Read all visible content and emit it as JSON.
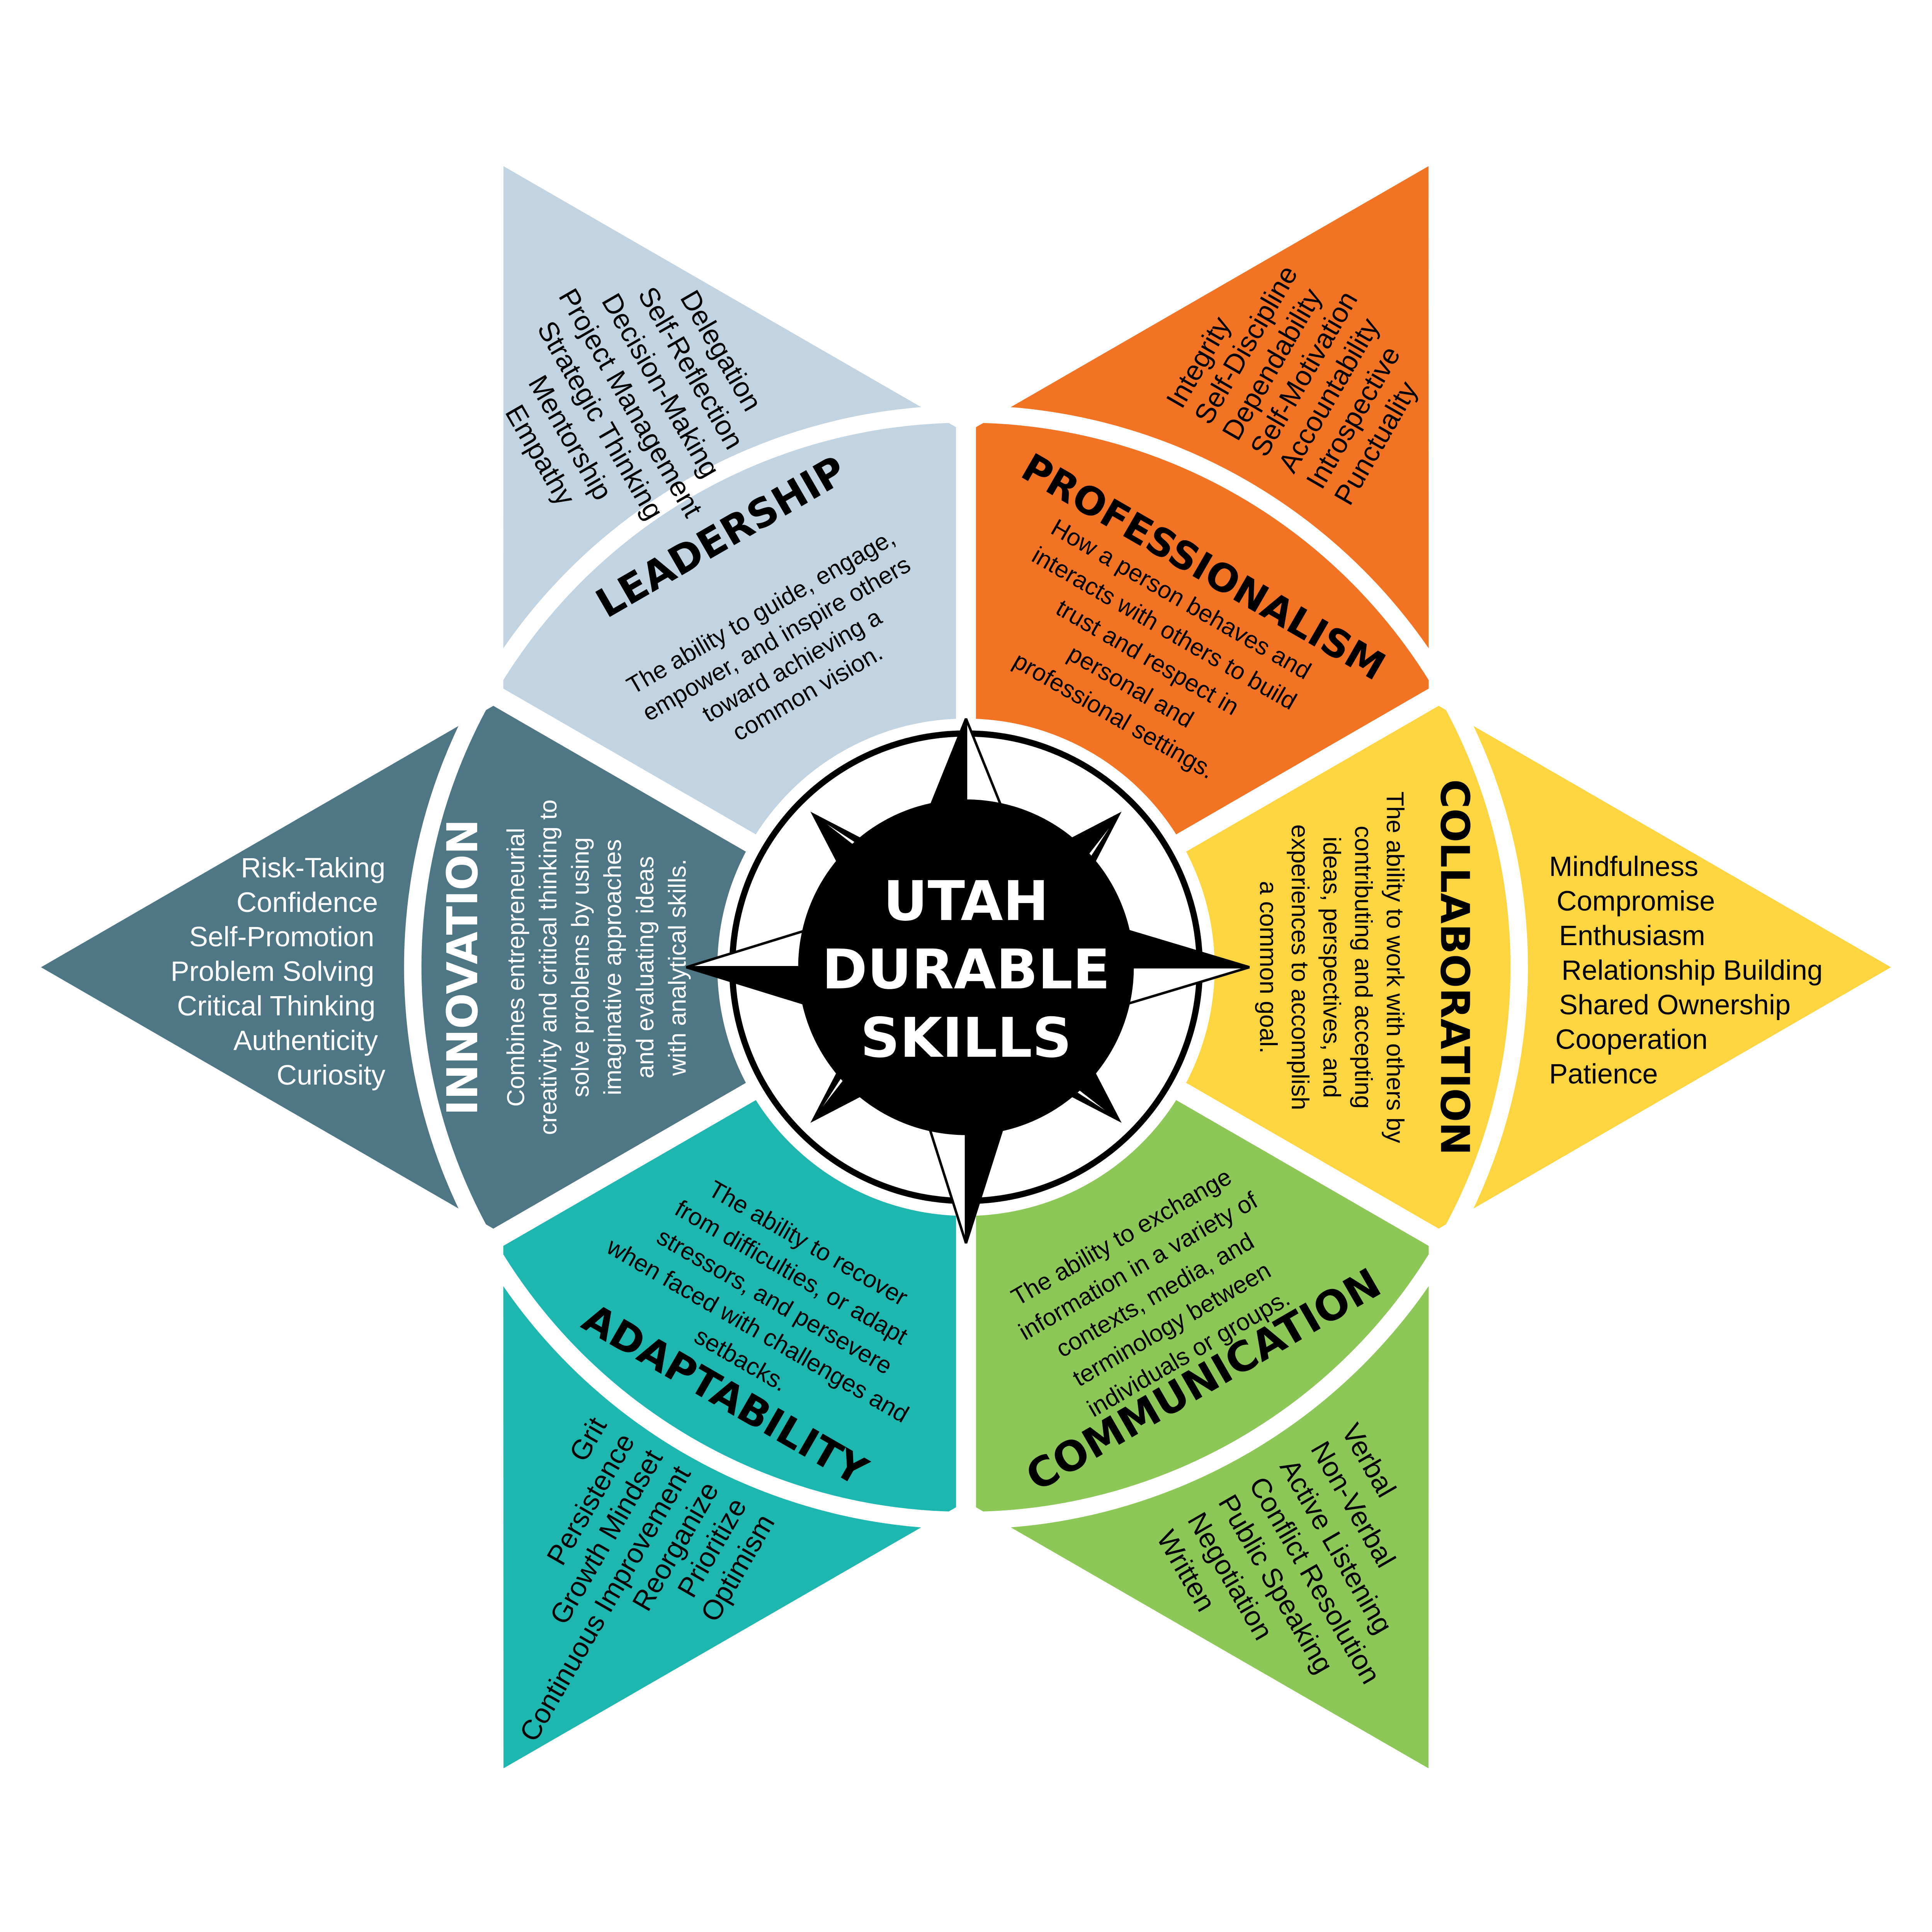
{
  "center": {
    "lines": [
      "UTAH",
      "DURABLE",
      "SKILLS"
    ]
  },
  "colors": {
    "leadership": "#C2D4E1",
    "professionalism": "#F37325",
    "collaboration": "#FDD541",
    "communication": "#8DC757",
    "adaptability": "#1DB7B0",
    "innovation": "#4E7684"
  },
  "sectors": [
    {
      "id": "leadership",
      "title": "LEADERSHIP",
      "description": [
        "The ability to guide, engage,",
        "empower, and inspire others",
        "toward achieving a",
        "common vision."
      ],
      "skills": [
        "Delegation",
        "Self-Reflection",
        "Decision-Making",
        "Project Management",
        "Strategic Thinking",
        "Mentorship",
        "Empathy"
      ],
      "text_color": "#000000"
    },
    {
      "id": "professionalism",
      "title": "PROFESSIONALISM",
      "description": [
        "How a person behaves and",
        "interacts with others to build",
        "trust and respect in",
        "personal and",
        "professional settings."
      ],
      "skills": [
        "Integrity",
        "Self-Discipline",
        "Dependability",
        "Self-Motivation",
        "Accountability",
        "Introspective",
        "Punctuality"
      ],
      "text_color": "#000000"
    },
    {
      "id": "collaboration",
      "title": "COLLABORATION",
      "description": [
        "The ability to work with others by",
        "contributing and accepting",
        "ideas, perspectives, and",
        "experiences to accomplish",
        "a common goal."
      ],
      "skills": [
        "Mindfulness",
        "Compromise",
        "Enthusiasm",
        "Relationship Building",
        "Shared Ownership",
        "Cooperation",
        "Patience"
      ],
      "text_color": "#000000"
    },
    {
      "id": "communication",
      "title": "COMMUNICATION",
      "description": [
        "The ability to exchange",
        "information in a variety of",
        "contexts, media, and",
        "terminology between",
        "individuals or groups."
      ],
      "skills": [
        "Verbal",
        "Non-Verbal",
        "Active Listening",
        "Conflict Resolution",
        "Public Speaking",
        "Negotiation",
        "Written"
      ],
      "text_color": "#000000"
    },
    {
      "id": "adaptability",
      "title": "ADAPTABILITY",
      "description": [
        "The ability to recover",
        "from difficulties, or adapt",
        "stressors, and persevere",
        "when faced with challenges and",
        "setbacks."
      ],
      "skills": [
        "Grit",
        "Persistence",
        "Growth Mindset",
        "Continuous Improvement",
        "Reorganize",
        "Prioritize",
        "Optimism"
      ],
      "text_color": "#000000"
    },
    {
      "id": "innovation",
      "title": "INNOVATION",
      "description": [
        "Combines entrepreneurial",
        "creativity and critical thinking to",
        "solve problems by using",
        "imaginative approaches",
        "and evaluating ideas",
        "with analytical skills."
      ],
      "skills": [
        "Risk-Taking",
        "Confidence",
        "Self-Promotion",
        "Problem Solving",
        "Critical Thinking",
        "Authenticity",
        "Curiosity"
      ],
      "text_color": "#FFFFFF"
    }
  ]
}
